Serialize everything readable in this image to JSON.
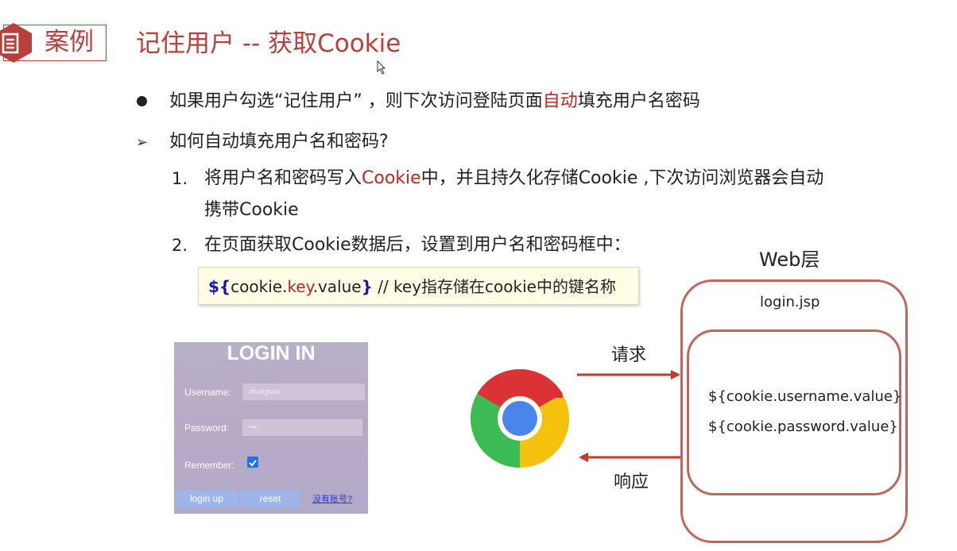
{
  "header": {
    "badge_label": "案例",
    "title": "记住用户 -- 获取Cookie"
  },
  "bullets": {
    "b1_before": "如果用户勾选“记住用户” ，则下次访问登陆页面",
    "b1_red": "自动",
    "b1_after": "填充用户名密码",
    "b2": "如何自动填充用户名和密码?"
  },
  "steps": [
    {
      "num": "1.",
      "before": "将用户名和密码写入",
      "red": "Cookie",
      "after": "中，并且持久化存储Cookie ,下次访问浏览器会自动",
      "line2": "携带Cookie"
    },
    {
      "num": "2.",
      "text": "在页面获取Cookie数据后，设置到用户名和密码框中："
    }
  ],
  "code": {
    "dollar": "${",
    "p1": "cookie.",
    "key": "key",
    "p2": ".value",
    "close": "}",
    "comment": " // key指存储在cookie中的键名称"
  },
  "login": {
    "title": "LOGIN IN",
    "username_label": "Username:",
    "username_value": "zhangsan",
    "password_label": "Password:",
    "password_value": "•••",
    "remember_label": "Remember:",
    "remember_checked": true,
    "login_button": "login up",
    "reset_button": "reset",
    "register_link": "没有账号?"
  },
  "diagram": {
    "request_label": "请求",
    "response_label": "响应",
    "web_layer_title": "Web层",
    "jsp_file": "login.jsp",
    "expr_username": "${cookie.username.value}",
    "expr_password": "${cookie.password.value}",
    "accent_color": "#c2655b",
    "arrow_color": "#c0392b",
    "browser_icon": "chrome-icon"
  }
}
